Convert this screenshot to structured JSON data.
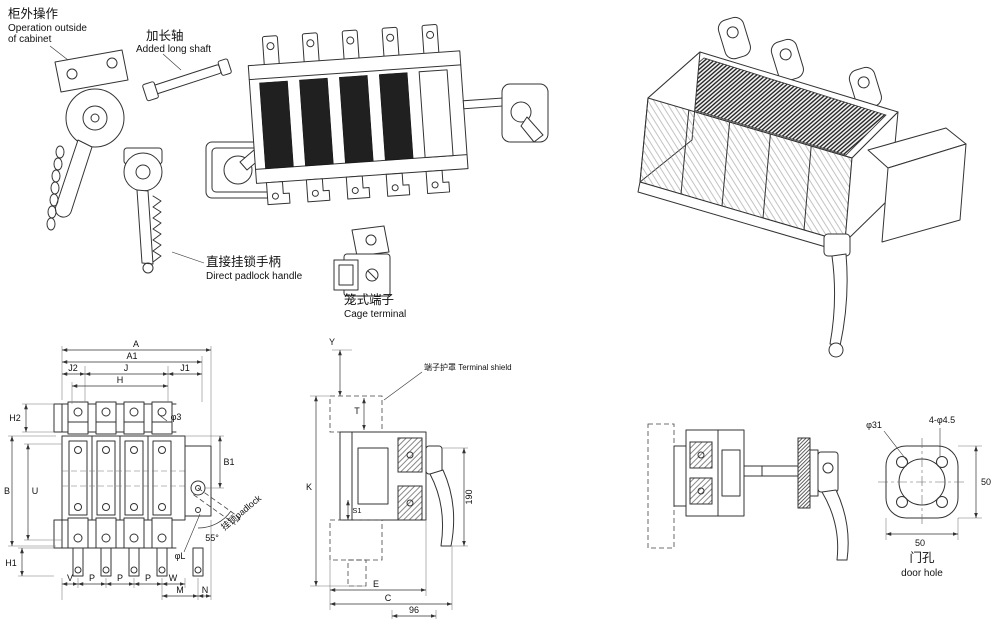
{
  "colors": {
    "ink": "#333333",
    "background": "#ffffff"
  },
  "exploded_view": {
    "operation_label_cn": "柜外操作",
    "operation_label_en_line1": "Operation outside",
    "operation_label_en_line2": "of cabinet",
    "long_shaft_label_cn": "加长轴",
    "long_shaft_label_en": "Added long shaft",
    "padlock_handle_label_cn": "直接挂锁手柄",
    "padlock_handle_label_en": "Direct padlock handle",
    "cage_terminal_label_cn": "笼式端子",
    "cage_terminal_label_en": "Cage terminal"
  },
  "front_view": {
    "dim_A": "A",
    "dim_A1": "A1",
    "dim_J2": "J2",
    "dim_J": "J",
    "dim_J1": "J1",
    "dim_H": "H",
    "dim_H2": "H2",
    "dim_B": "B",
    "dim_U": "U",
    "dim_H1": "H1",
    "dim_V": "V",
    "dim_P": "P",
    "dim_W": "W",
    "dim_M": "M",
    "dim_N": "N",
    "dim_B1": "B1",
    "dim_phi3": "φ3",
    "dim_phiL": "φL",
    "dim_angle": "55°",
    "padlock_note": "挂锁padlock"
  },
  "side_view": {
    "dim_Y": "Y",
    "dim_K": "K",
    "dim_T": "T",
    "dim_S1": "S1",
    "dim_E": "E",
    "dim_C": "C",
    "dim_190": "190",
    "dim_96": "96",
    "terminal_shield_label": "端子护罩 Terminal shield"
  },
  "door_hole_view": {
    "dim_phi31": "φ31",
    "dim_holes": "4-φ4.5",
    "dim_width_50": "50",
    "dim_height_50": "50",
    "label_cn": "门孔",
    "label_en": "door hole"
  }
}
